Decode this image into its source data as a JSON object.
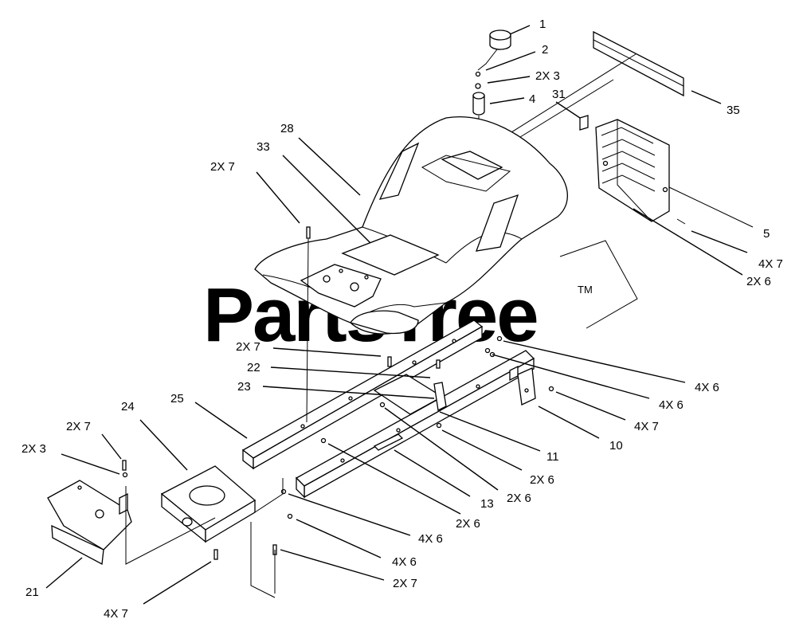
{
  "watermark": {
    "text": "PartsTree",
    "trademark": "TM"
  },
  "callouts": [
    {
      "id": "c1",
      "text": "1"
    },
    {
      "id": "c2",
      "text": "2"
    },
    {
      "id": "c3",
      "text": "2X 3"
    },
    {
      "id": "c4",
      "text": "4"
    },
    {
      "id": "c5",
      "text": "31"
    },
    {
      "id": "c6",
      "text": "35"
    },
    {
      "id": "c7",
      "text": "28"
    },
    {
      "id": "c8",
      "text": "33"
    },
    {
      "id": "c9",
      "text": "2X 7"
    },
    {
      "id": "c10",
      "text": "5"
    },
    {
      "id": "c11",
      "text": "4X 7"
    },
    {
      "id": "c12",
      "text": "2X 6"
    },
    {
      "id": "c13",
      "text": "2X 7"
    },
    {
      "id": "c14",
      "text": "22"
    },
    {
      "id": "c15",
      "text": "23"
    },
    {
      "id": "c16",
      "text": "4X 6"
    },
    {
      "id": "c17",
      "text": "4X 6"
    },
    {
      "id": "c18",
      "text": "4X 7"
    },
    {
      "id": "c19",
      "text": "10"
    },
    {
      "id": "c20",
      "text": "25"
    },
    {
      "id": "c21",
      "text": "11"
    },
    {
      "id": "c22",
      "text": "2X 6"
    },
    {
      "id": "c23",
      "text": "2X 6"
    },
    {
      "id": "c24",
      "text": "13"
    },
    {
      "id": "c25",
      "text": "2X 6"
    },
    {
      "id": "c26",
      "text": "24"
    },
    {
      "id": "c27",
      "text": "2X 7"
    },
    {
      "id": "c28",
      "text": "2X 3"
    },
    {
      "id": "c29",
      "text": "4X 6"
    },
    {
      "id": "c30",
      "text": "4X 6"
    },
    {
      "id": "c31",
      "text": "2X 7"
    },
    {
      "id": "c32",
      "text": "21"
    },
    {
      "id": "c33",
      "text": "4X 7"
    }
  ]
}
